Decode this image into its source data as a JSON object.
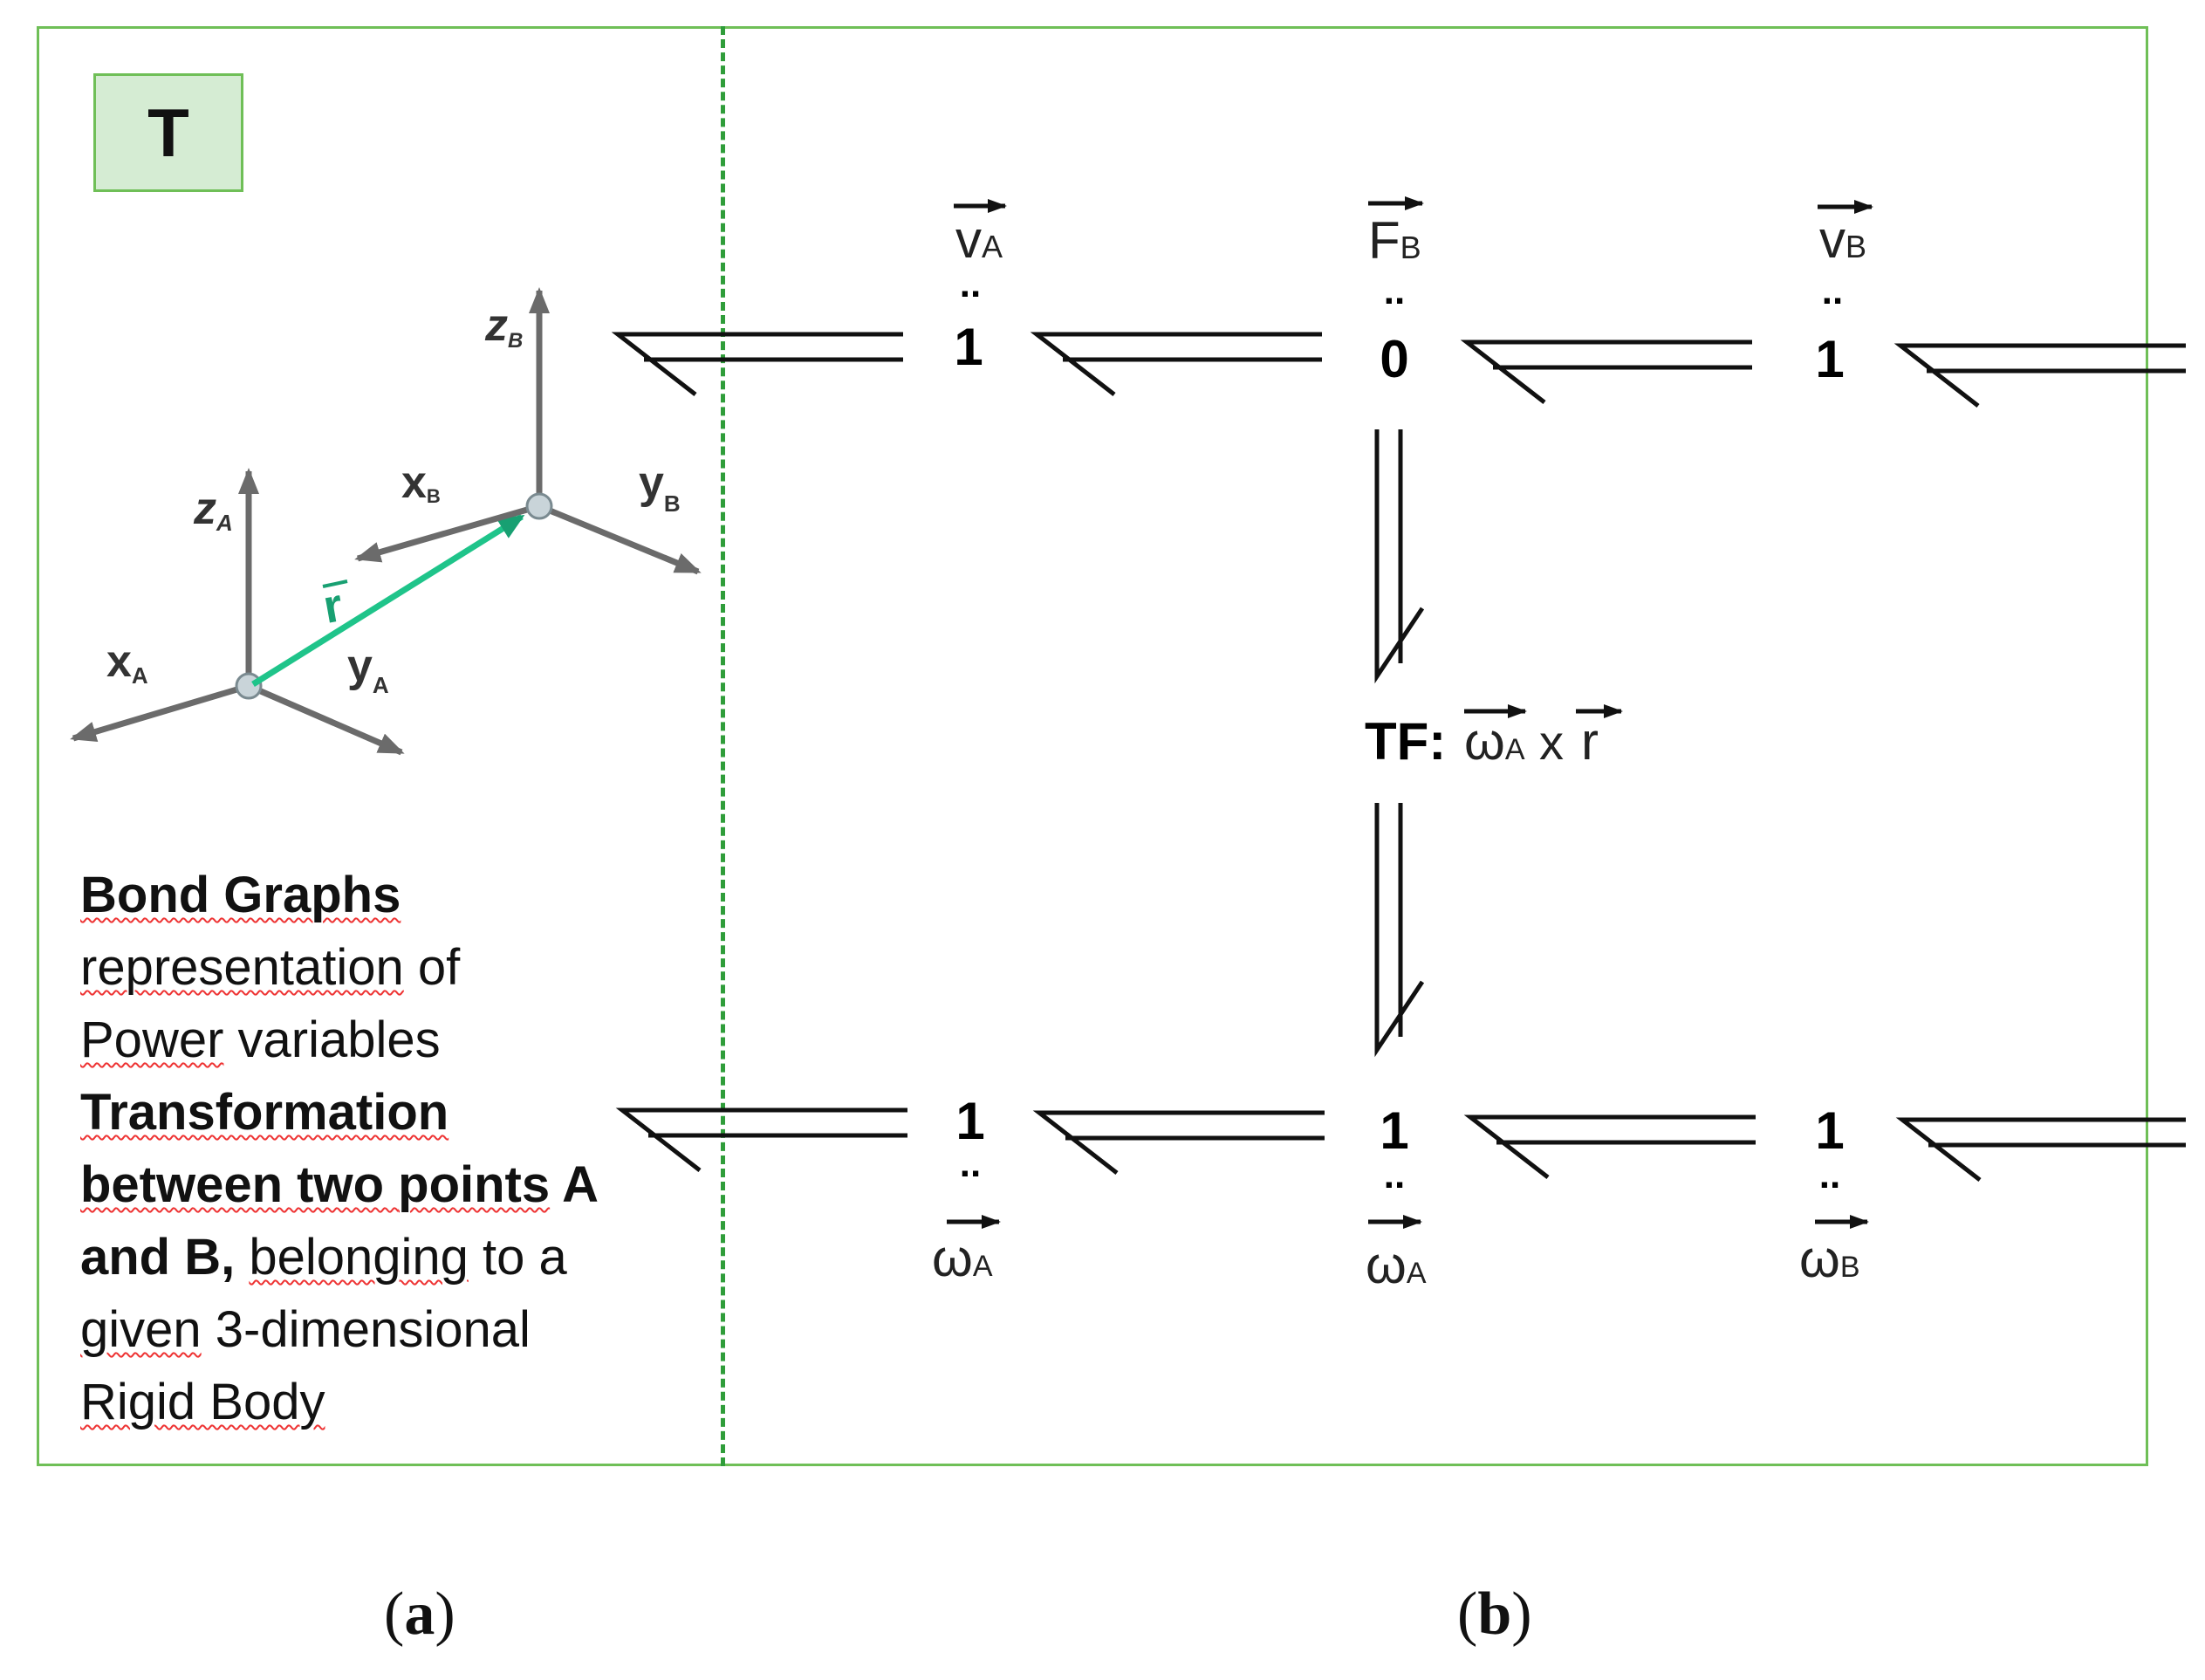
{
  "panel_a": {
    "box_label": "T",
    "axes": {
      "za": "z",
      "za_sub": "A",
      "xa": "x",
      "xa_sub": "A",
      "ya": "y",
      "ya_sub": "A",
      "zb": "z",
      "zb_sub": "B",
      "xb": "x",
      "xb_sub": "B",
      "yb": "y",
      "yb_sub": "B",
      "r": "r"
    },
    "description": {
      "l1": "Bond Graphs",
      "l2a": "representation",
      "l2b": " of",
      "l3a": "Power",
      "l3b": " variables",
      "l4": "Transformation",
      "l5a": "between two ",
      "l5b": "points",
      "l5c": " A",
      "l6a": "and B, ",
      "l6b": "belonging",
      "l6c": " to a",
      "l7a": "given",
      "l7b": " 3-dimensional",
      "l8": "Rigid Body"
    },
    "vector_color": "#1fc48a"
  },
  "panel_b": {
    "top": {
      "n1": "1",
      "n2": "0",
      "n3": "1",
      "v1": "v",
      "v1_sub": "A",
      "v2": "F",
      "v2_sub": "B",
      "v3": "v",
      "v3_sub": "B",
      "dots": ".."
    },
    "bottom": {
      "n1": "1",
      "n2": "1",
      "n3": "1",
      "w1": "ω",
      "w1_sub": "A",
      "w2": "ω",
      "w2_sub": "A",
      "w3": "ω",
      "w3_sub": "B",
      "dots": ".."
    },
    "tf": {
      "label": "TF:",
      "omega": "ω",
      "omega_sub": "A",
      "cross": "x",
      "r": "r"
    }
  },
  "captions": {
    "a_open": "(",
    "a": "a",
    "a_close": ")",
    "b_open": "(",
    "b": "b",
    "b_close": ")"
  }
}
